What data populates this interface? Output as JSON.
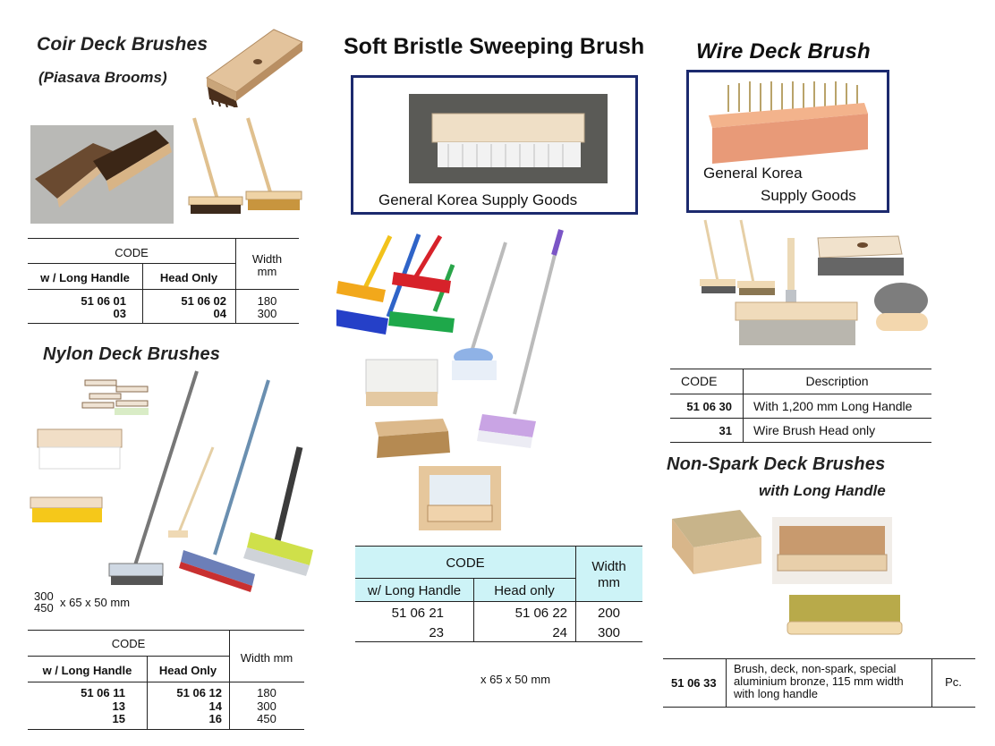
{
  "coir": {
    "title": "Coir Deck Brushes",
    "subtitle": "(Piasava Brooms)",
    "table": {
      "code_label": "CODE",
      "col1": "w / Long Handle",
      "col2": "Head Only",
      "width_label": "Width",
      "width_unit": "mm",
      "rows": [
        {
          "a": "51 06 01",
          "b": "51 06 02",
          "w": "180"
        },
        {
          "a": "03",
          "b": "04",
          "w": "300"
        }
      ]
    }
  },
  "nylon": {
    "title": "Nylon Deck Brushes",
    "dim_sizes": [
      "300",
      "450"
    ],
    "dim_rest": "x 65 x 50 mm",
    "table": {
      "code_label": "CODE",
      "col1": "w / Long Handle",
      "col2": "Head Only",
      "width_label": "Width mm",
      "rows": [
        {
          "a": "51 06 11",
          "b": "51 06 12",
          "w": "180"
        },
        {
          "a": "13",
          "b": "14",
          "w": "300"
        },
        {
          "a": "15",
          "b": "16",
          "w": "450"
        }
      ]
    }
  },
  "soft": {
    "title": "Soft Bristle Sweeping Brush",
    "caption": "General Korea Supply Goods",
    "dim": "x 65 x 50 mm",
    "table": {
      "code_label": "CODE",
      "col1": "w/ Long Handle",
      "col2": "Head only",
      "width_label": "Width",
      "width_unit": "mm",
      "rows": [
        {
          "a": "51 06 21",
          "b": "51 06 22",
          "w": "200"
        },
        {
          "a": "23",
          "b": "24",
          "w": "300"
        }
      ]
    }
  },
  "wire": {
    "title": "Wire Deck Brush",
    "caption_line1": "General Korea",
    "caption_line2": "Supply Goods",
    "table": {
      "code_label": "CODE",
      "desc_label": "Description",
      "rows": [
        {
          "code": "51 06 30",
          "desc": "With 1,200 mm Long Handle"
        },
        {
          "code": "31",
          "desc": "Wire Brush Head only"
        }
      ]
    }
  },
  "nonspark": {
    "title": "Non-Spark Deck Brushes",
    "subtitle": "with Long Handle",
    "row": {
      "code": "51 06 33",
      "desc_line1": "Brush, deck, non-spark, special",
      "desc_line2": "aluminium bronze, 115 mm width",
      "desc_line3": "with long handle",
      "unit": "Pc."
    }
  },
  "colors": {
    "frame": "#1c2a6e",
    "table_header_fill": "#cdf3f7",
    "wood": "#e9c9a0",
    "coir_bristle": "#5a3a22"
  }
}
